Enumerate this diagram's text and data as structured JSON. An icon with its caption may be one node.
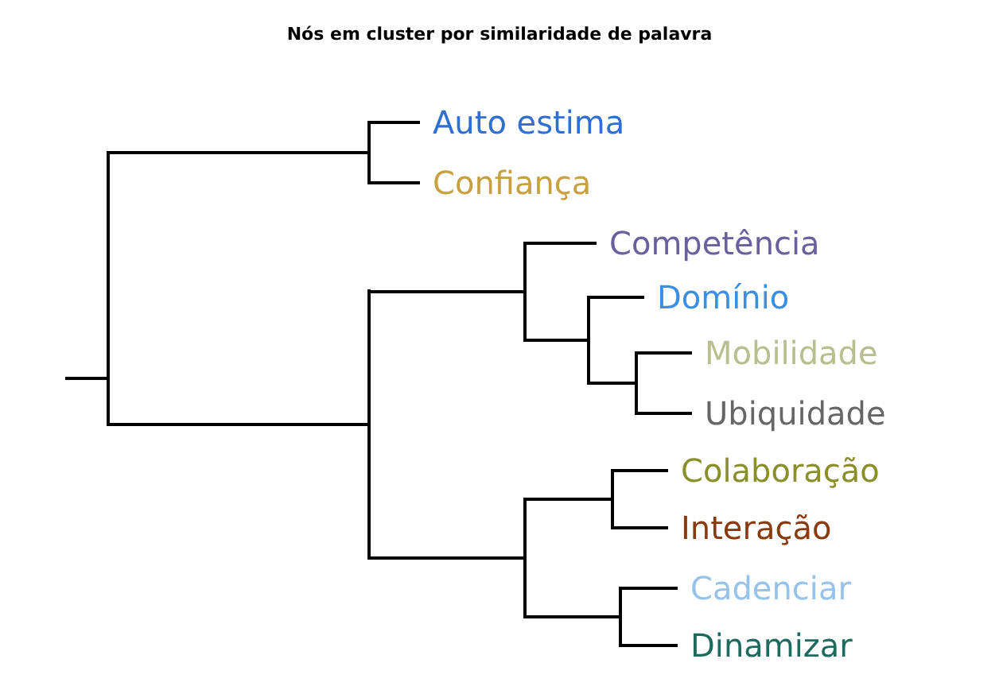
{
  "diagram": {
    "title": "Nós em cluster por similaridade de palavra",
    "nodes": [
      {
        "text": [],
        "shape": "bar"
      },
      {
        "text": [],
        "shape": "bar"
      },
      {
        "text": [
          "Auto estima"
        ]
      },
      {
        "text": [
          "Confiança"
        ]
      },
      {
        "text": [],
        "shape": "bar"
      },
      {
        "text": [],
        "shape": "bar"
      },
      {
        "text": [
          "Competência"
        ]
      },
      {
        "text": [],
        "shape": "bar"
      },
      {
        "text": [
          "Domínio"
        ]
      },
      {
        "text": [],
        "shape": "bar"
      },
      {
        "text": [
          "Mobilidade"
        ]
      },
      {
        "text": [
          "Ubiquidade"
        ]
      },
      {
        "text": [],
        "shape": "bar"
      },
      {
        "text": [],
        "shape": "bar"
      },
      {
        "text": [
          "Colaboração"
        ]
      },
      {
        "text": [
          "Interação"
        ]
      },
      {
        "text": [],
        "shape": "bar"
      },
      {
        "text": [
          "Cadenciar"
        ]
      },
      {
        "text": [
          "Dinamizar"
        ]
      }
    ],
    "edges": [
      {
        "from": null,
        "to": 0,
        "arrow": "none"
      },
      {
        "from": 0,
        "to": 1,
        "arrow": "none"
      },
      {
        "from": 0,
        "to": 4,
        "arrow": "none"
      },
      {
        "from": 1,
        "to": 2,
        "arrow": "none"
      },
      {
        "from": 1,
        "to": 3,
        "arrow": "none"
      },
      {
        "from": 4,
        "to": 5,
        "arrow": "none"
      },
      {
        "from": 4,
        "to": 12,
        "arrow": "none"
      },
      {
        "from": 5,
        "to": 6,
        "arrow": "none"
      },
      {
        "from": 5,
        "to": 7,
        "arrow": "none"
      },
      {
        "from": 7,
        "to": 8,
        "arrow": "none"
      },
      {
        "from": 7,
        "to": 9,
        "arrow": "none"
      },
      {
        "from": 9,
        "to": 10,
        "arrow": "none"
      },
      {
        "from": 9,
        "to": 11,
        "arrow": "none"
      },
      {
        "from": 12,
        "to": 13,
        "arrow": "none"
      },
      {
        "from": 12,
        "to": 16,
        "arrow": "none"
      },
      {
        "from": 13,
        "to": 14,
        "arrow": "none"
      },
      {
        "from": 13,
        "to": 15,
        "arrow": "none"
      },
      {
        "from": 16,
        "to": 17,
        "arrow": "none"
      },
      {
        "from": 16,
        "to": 18,
        "arrow": "none"
      }
    ]
  }
}
